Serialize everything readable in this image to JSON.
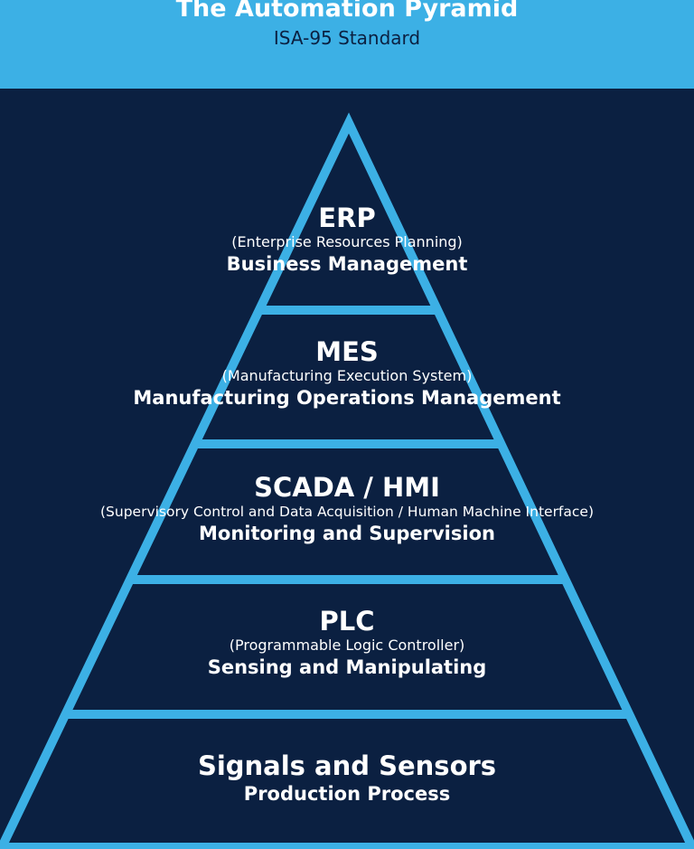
{
  "header": {
    "title": "The Automation Pyramid",
    "subtitle": "ISA-95 Standard"
  },
  "colors": {
    "header_bg": "#3cb0e5",
    "background": "#0b2041",
    "outline": "#3cb0e5",
    "text": "#ffffff"
  },
  "pyramid": {
    "levels": [
      {
        "name": "ERP",
        "full_name": "(Enterprise Resources Planning)",
        "role": "Business Management"
      },
      {
        "name": "MES",
        "full_name": "(Manufacturing Execution System)",
        "role": "Manufacturing Operations Management"
      },
      {
        "name": "SCADA / HMI",
        "full_name": "(Supervisory Control and Data Acquisition / Human Machine Interface)",
        "role": "Monitoring and Supervision"
      },
      {
        "name": "PLC",
        "full_name": "(Programmable Logic Controller)",
        "role": "Sensing and Manipulating"
      },
      {
        "name": "Signals and Sensors",
        "role": "Production Process"
      }
    ]
  }
}
